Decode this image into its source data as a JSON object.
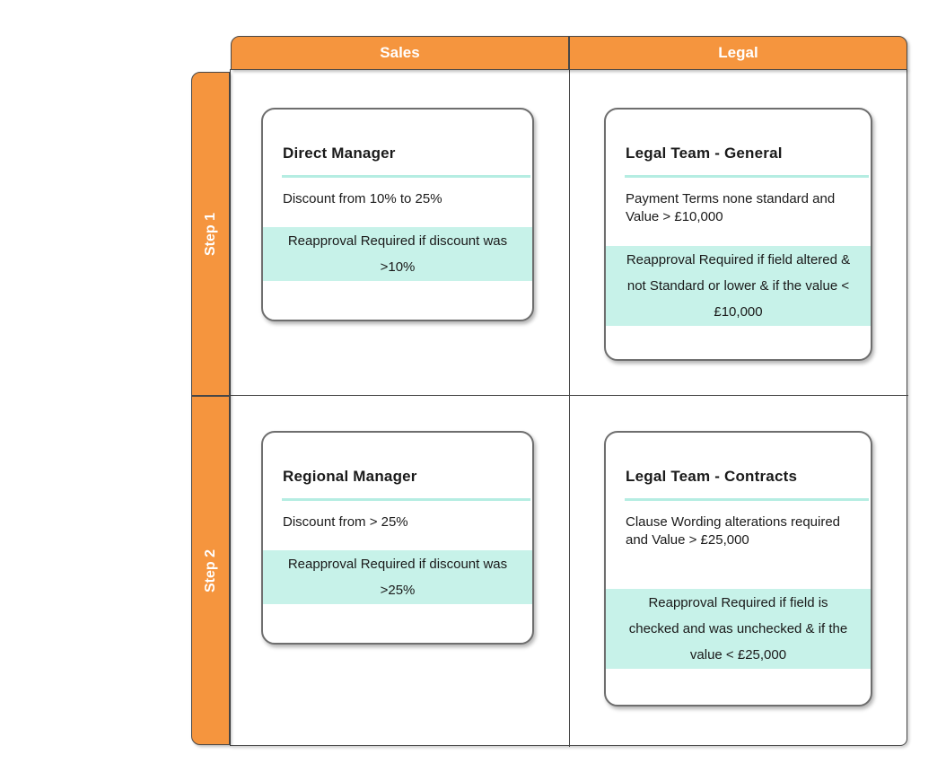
{
  "diagram": {
    "type": "swimlane-matrix",
    "columns": [
      {
        "label": "Sales"
      },
      {
        "label": "Legal"
      }
    ],
    "rows": [
      {
        "label": "Step 1"
      },
      {
        "label": "Step 2"
      }
    ],
    "cards": [
      {
        "row": "Step 1",
        "column": "Sales",
        "title": "Direct Manager",
        "body": "Discount from 10% to 25%",
        "highlight": "Reapproval Required if discount was >10%"
      },
      {
        "row": "Step 1",
        "column": "Legal",
        "title": "Legal Team - General",
        "body": "Payment Terms none standard and Value > £10,000",
        "highlight": "Reapproval Required if field altered & not Standard or lower & if the value < £10,000"
      },
      {
        "row": "Step 2",
        "column": "Sales",
        "title": "Regional Manager",
        "body": "Discount from > 25%",
        "highlight": "Reapproval Required if discount was >25%"
      },
      {
        "row": "Step 2",
        "column": "Legal",
        "title": "Legal Team - Contracts",
        "body": "Clause Wording alterations required and Value > £25,000",
        "highlight": "Reapproval Required if field is checked and was unchecked & if the value < £25,000"
      }
    ],
    "colors": {
      "orange": "#F5953E",
      "teal": "#C7F2E9",
      "teal-rule": "#B5EDE2",
      "line": "#474747",
      "card-border": "#6E6E6E",
      "text": "#1A1A1A"
    }
  }
}
